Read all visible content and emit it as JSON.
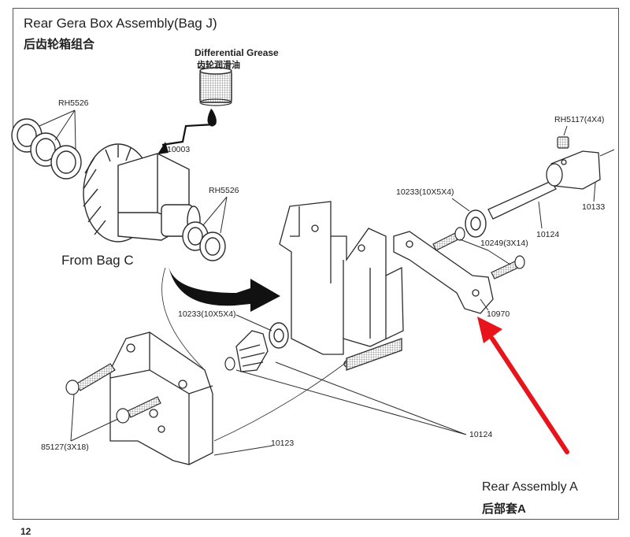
{
  "title": {
    "en": "Rear Gera Box Assembly(Bag J)",
    "cn": "后齿轮箱组合"
  },
  "grease": {
    "en": "Differential Grease",
    "cn": "齿轮润滑油"
  },
  "from_bag": "From Bag C",
  "footer": {
    "en": "Rear Assembly A",
    "cn": "后部套A"
  },
  "page_number": "12",
  "part_labels": {
    "rh5526_top": "RH5526",
    "p10003": "10003",
    "rh5526_mid": "RH5526",
    "rh5117": "RH5117(4X4)",
    "p10133": "10133",
    "p10233_right": "10233(10X5X4)",
    "p10124_right": "10124",
    "p10249": "10249(3X14)",
    "p10233_left": "10233(10X5X4)",
    "p10970": "10970",
    "p10124_bottom": "10124",
    "p85127": "85127(3X18)",
    "p10123": "10123"
  },
  "colors": {
    "line": "#2b2b2b",
    "arrow": "#e8141c",
    "fill": "#ffffff",
    "shade": "#d8d8d8"
  },
  "icons": [
    "grease-jar-icon",
    "grease-drop-icon",
    "rotation-arrow-icon",
    "pointer-arrow-icon"
  ]
}
